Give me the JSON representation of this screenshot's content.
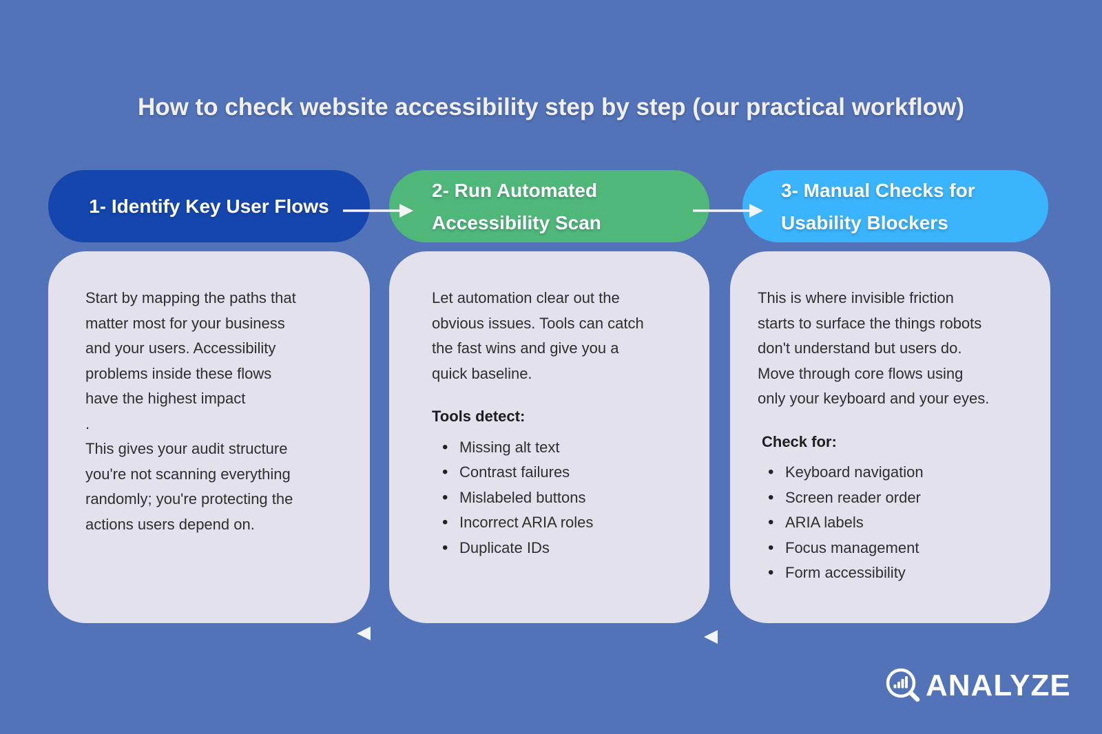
{
  "title": "How to check website accessibility step by step (our practical workflow)",
  "steps": [
    {
      "label": "1- Identify Key User Flows",
      "color": "#1446ad",
      "body": "Start by mapping the paths that\nmatter most for your business\nand your users. Accessibility\nproblems inside these flows\nhave the highest impact\n.\nThis gives your audit structure\nyou're not scanning everything\nrandomly; you're protecting the\nactions users depend on."
    },
    {
      "label": "2- Run Automated\nAccessibility Scan",
      "color": "#4fb878",
      "intro": "Let automation clear out the\nobvious issues. Tools can catch\nthe fast wins and give you a\nquick baseline.",
      "list_heading": "Tools detect:",
      "bullets": [
        "Missing alt text",
        "Contrast failures",
        "Mislabeled buttons",
        "Incorrect ARIA roles",
        "Duplicate IDs"
      ]
    },
    {
      "label": "3- Manual Checks for\nUsability Blockers",
      "color": "#3ab4fc",
      "intro": "This is where invisible friction\nstarts to surface the things robots\ndon't understand but users do.\nMove through core flows using\nonly your keyboard and your eyes.",
      "list_heading": "Check for:",
      "bullets": [
        "Keyboard navigation",
        "Screen reader order",
        "ARIA labels",
        "Focus management",
        "Form accessibility"
      ]
    }
  ],
  "logo": {
    "text": "ANALYZE",
    "icon": "magnifier-bar-chart-icon"
  },
  "colors": {
    "background": "#5273b8",
    "card": "#e3e1eb",
    "title_text": "#f2efe9",
    "body_text": "#2e2e2e",
    "arrow": "#f3f4f8"
  }
}
